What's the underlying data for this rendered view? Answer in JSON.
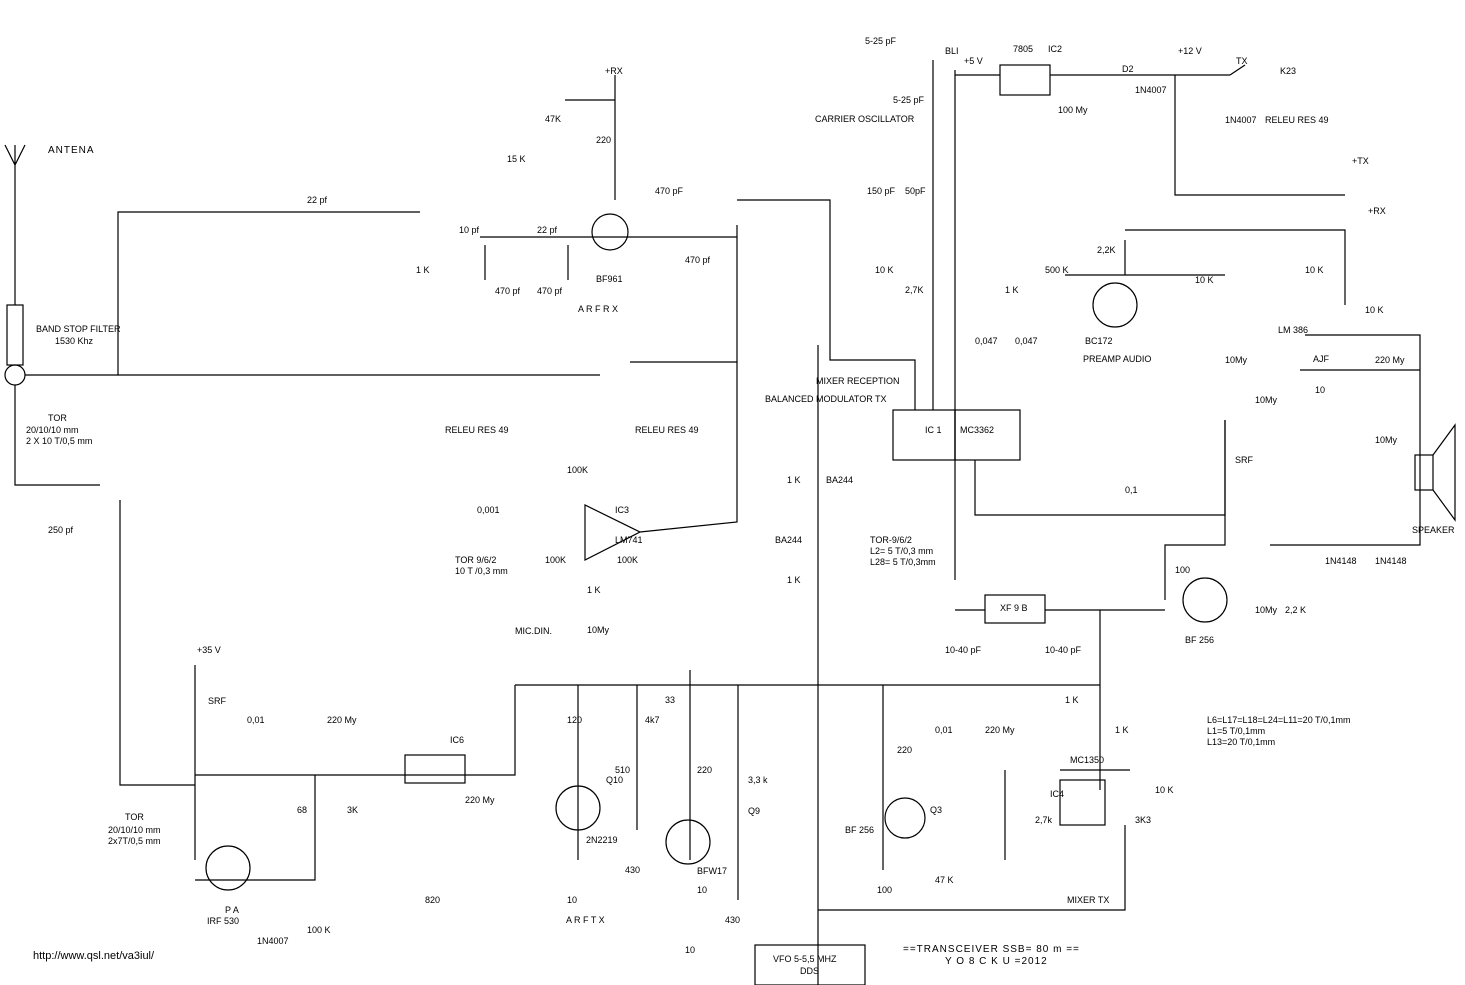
{
  "labels": {
    "antenna": "ANTENA",
    "band_stop": "BAND STOP FILTER",
    "band_freq": "1530 Khz",
    "tor1": "TOR",
    "tor1_spec1": "20/10/10 mm",
    "tor1_spec2": "2 X 10 T/0,5 mm",
    "cap_250": "250 pf",
    "arf_rx": "A R F  R X",
    "bf961": "BF961",
    "rx_plus": "+RX",
    "carrier_osc": "CARRIER OSCILLATOR",
    "bli": "BLI",
    "c8_range": "5-25 pF",
    "c7_range": "5-25 pF",
    "plus5": "+5 V",
    "ic2": "IC2",
    "reg7805": "7805",
    "c9_val": "100 My",
    "d2": "D2",
    "d2_type": "1N4007",
    "plus12": "+12 V",
    "tx": "TX",
    "k23": "K23",
    "releu_right": "RELEU RES 49",
    "d_1n4007": "1N4007",
    "plus_tx": "+TX",
    "plus_rx_right": "+RX",
    "preamp": "PREAMP AUDIO",
    "bc172": "BC172",
    "lm386": "LM 386",
    "ajf": "AJF",
    "speaker": "SPEAKER",
    "mixer_rx": "MIXER RECEPTION",
    "bal_mod": "BALANCED MODULATOR  TX",
    "ic1": "IC 1",
    "mc3362": "MC3362",
    "releu_left": "RELEU RES 49",
    "releu_mid": "RELEU RES 49",
    "lm741": "LM741",
    "ic3": "IC3",
    "mic": "MIC.DIN.",
    "tor_small": "TOR 9/6/2",
    "tor_small_spec": "10 T /0,3 mm",
    "tor_l2": "TOR-9/6/2",
    "tor_l2_spec1": "L2= 5 T/0,3 mm",
    "tor_l2_spec2": "L28= 5 T/0,3mm",
    "ba244_a": "BA244",
    "ba244_b": "BA244",
    "xf9b": "XF 9 B",
    "c33_range": "10-40 pF",
    "c34_range": "10-40 pF",
    "bf256_right": "BF 256",
    "srf_right": "SRF",
    "plus35": "+35 V",
    "srf_left": "SRF",
    "ic6": "IC6",
    "pa": "P A",
    "irf530": "IRF 530",
    "d5_type": "1N4007",
    "tor2": "TOR",
    "tor2_spec1": "20/10/10 mm",
    "tor2_spec2": "2x7T/0,5 mm",
    "arf_tx": "A R F  T X",
    "n2219": "2N2219",
    "bfw17": "BFW17",
    "q9": "Q9",
    "q10": "Q10",
    "bf256_mid": "BF 256",
    "q3": "Q3",
    "mixer_tx": "MIXER TX",
    "mc1350": "MC1350",
    "ic4": "IC4",
    "coil_note1": "L6=L17=L18=L24=L11=20 T/0,1mm",
    "coil_note2": "L1=5 T/0,1mm",
    "coil_note3": "L13=20 T/0,1mm",
    "vfo1": "VFO 5-5,5 MHZ",
    "vfo2": "DDS",
    "title": "==TRANSCEIVER  SSB= 80  m  ==",
    "author": "Y O 8  C K U =2012",
    "url": "http://www.qsl.net/va3iul/",
    "v_22pf": "22 pf",
    "v_10pf": "10 pf",
    "v_22pf_b": "22 pf",
    "v_470pf_a": "470 pf",
    "v_470pf_b": "470 pf",
    "v_470pf_c": "470 pf",
    "v_470pf_d": "470 pF",
    "v_47k": "47K",
    "v_15k": "15 K",
    "v_220": "220",
    "v_1k_r1": "1 K",
    "v_150pf": "150 pF",
    "v_50pf": "50pF",
    "v_10k_r4": "10 K",
    "v_27k": "2,7K",
    "v_22k": "2,2K",
    "v_500k": "500 K",
    "v_0047a": "0,047",
    "v_0047b": "0,047",
    "v_1k_r5": "1 K",
    "v_10k_r23": "10 K",
    "v_10k_r22": "10 K",
    "v_10k_r46": "10 K",
    "v_220my": "220 My",
    "v_10my_c47": "10My",
    "v_10my_c48": "10My",
    "v_10my_c45": "10My",
    "v_10_r25": "10",
    "v_100k_r11": "100K",
    "v_100k_r12": "100K",
    "v_100k_r13": "100K",
    "v_1k_r14": "1 K",
    "v_10my_c29": "10My",
    "v_0001": "0,001",
    "v_1k_r6": "1 K",
    "v_1k_r2": "1 K",
    "v_100_q6": "100",
    "v_22k_r24": "2,2 K",
    "v_10my_c44": "10My",
    "v_1n4148_d7": "1N4148",
    "v_1n4148_d8": "1N4148",
    "v_120": "120",
    "v_4k7": "4k7",
    "v_510": "510",
    "v_33": "33",
    "v_220_r35": "220",
    "v_33k": "3,3 k",
    "v_430a": "430",
    "v_430b": "430",
    "v_10a": "10",
    "v_10b": "10",
    "v_10c": "10",
    "v_68": "68",
    "v_3k": "3K",
    "v_100k_r50": "100 K",
    "v_820": "820",
    "v_220my_c69": "220 My",
    "v_220my_c66": "220 My",
    "v_220my_c72": "220 My",
    "v_001a": "0,01",
    "v_001b": "0,01",
    "v_220_r33": "220",
    "v_47k_r32": "47 K",
    "v_100_r40": "100",
    "v_27k_r29": "2,7k",
    "v_3k3": "3K3",
    "v_10k_r51": "10 K",
    "v_1k_r7": "1 K",
    "v_1k_r26": "1 K",
    "v_01": "0,1"
  }
}
